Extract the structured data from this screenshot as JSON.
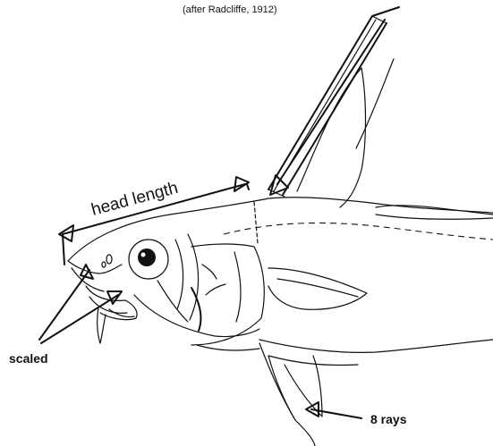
{
  "caption": "(after  Radcliffe,  1912)",
  "labels": {
    "head_length": "head length",
    "scaled": "scaled",
    "rays": "8 rays"
  }
}
